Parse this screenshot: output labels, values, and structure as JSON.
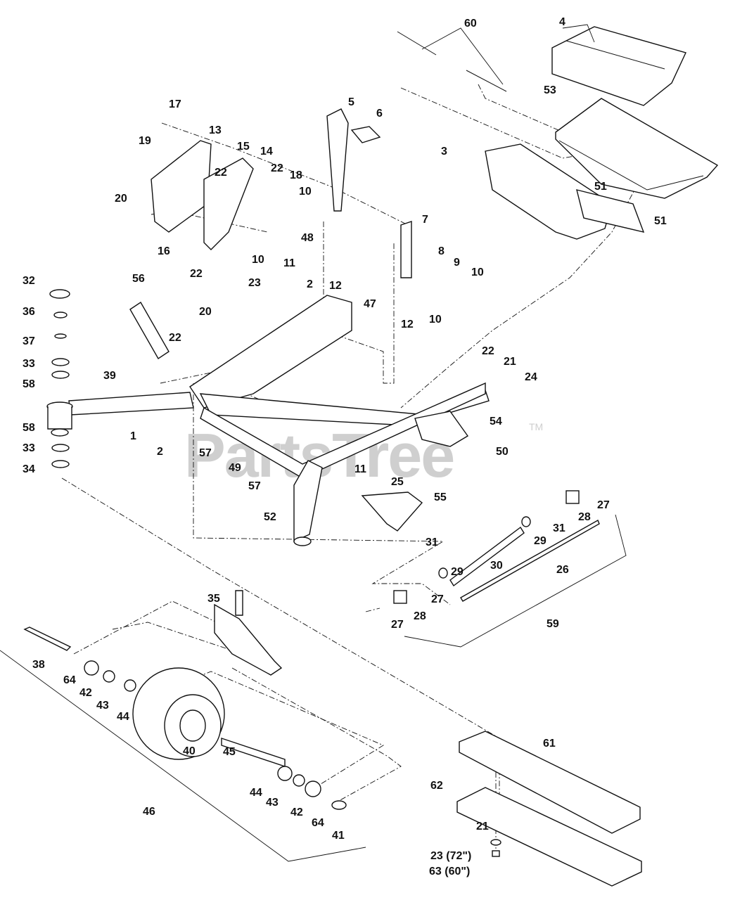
{
  "watermark": {
    "brand": "PartsTree",
    "mark": "TM"
  },
  "callouts": [
    {
      "id": "c60",
      "text": "60"
    },
    {
      "id": "c4",
      "text": "4"
    },
    {
      "id": "c53",
      "text": "53"
    },
    {
      "id": "c17",
      "text": "17"
    },
    {
      "id": "c13",
      "text": "13"
    },
    {
      "id": "c5",
      "text": "5"
    },
    {
      "id": "c6",
      "text": "6"
    },
    {
      "id": "c19",
      "text": "19"
    },
    {
      "id": "c15",
      "text": "15"
    },
    {
      "id": "c14",
      "text": "14"
    },
    {
      "id": "c3",
      "text": "3"
    },
    {
      "id": "c22a",
      "text": "22"
    },
    {
      "id": "c22b",
      "text": "22"
    },
    {
      "id": "c18",
      "text": "18"
    },
    {
      "id": "c20a",
      "text": "20"
    },
    {
      "id": "c10a",
      "text": "10"
    },
    {
      "id": "c51a",
      "text": "51"
    },
    {
      "id": "c51b",
      "text": "51"
    },
    {
      "id": "c7",
      "text": "7"
    },
    {
      "id": "c16",
      "text": "16"
    },
    {
      "id": "c10b",
      "text": "10"
    },
    {
      "id": "c48",
      "text": "48"
    },
    {
      "id": "c8",
      "text": "8"
    },
    {
      "id": "c9",
      "text": "9"
    },
    {
      "id": "c10c",
      "text": "10"
    },
    {
      "id": "c22c",
      "text": "22"
    },
    {
      "id": "c11a",
      "text": "11"
    },
    {
      "id": "c32",
      "text": "32"
    },
    {
      "id": "c56",
      "text": "56"
    },
    {
      "id": "c23a",
      "text": "23"
    },
    {
      "id": "c2a",
      "text": "2"
    },
    {
      "id": "c12a",
      "text": "12"
    },
    {
      "id": "c47",
      "text": "47"
    },
    {
      "id": "c36",
      "text": "36"
    },
    {
      "id": "c12b",
      "text": "12"
    },
    {
      "id": "c10d",
      "text": "10"
    },
    {
      "id": "c20b",
      "text": "20"
    },
    {
      "id": "c37",
      "text": "37"
    },
    {
      "id": "c22d",
      "text": "22"
    },
    {
      "id": "c22e",
      "text": "22"
    },
    {
      "id": "c33a",
      "text": "33"
    },
    {
      "id": "c21a",
      "text": "21"
    },
    {
      "id": "c24",
      "text": "24"
    },
    {
      "id": "c39",
      "text": "39"
    },
    {
      "id": "c58a",
      "text": "58"
    },
    {
      "id": "c1",
      "text": "1"
    },
    {
      "id": "c54",
      "text": "54"
    },
    {
      "id": "c58b",
      "text": "58"
    },
    {
      "id": "c50",
      "text": "50"
    },
    {
      "id": "c57a",
      "text": "57"
    },
    {
      "id": "c2b",
      "text": "2"
    },
    {
      "id": "c33b",
      "text": "33"
    },
    {
      "id": "c49",
      "text": "49"
    },
    {
      "id": "c34",
      "text": "34"
    },
    {
      "id": "c57b",
      "text": "57"
    },
    {
      "id": "c11b",
      "text": "11"
    },
    {
      "id": "c25",
      "text": "25"
    },
    {
      "id": "c55",
      "text": "55"
    },
    {
      "id": "c27a",
      "text": "27"
    },
    {
      "id": "c52",
      "text": "52"
    },
    {
      "id": "c28a",
      "text": "28"
    },
    {
      "id": "c31a",
      "text": "31"
    },
    {
      "id": "c29a",
      "text": "29"
    },
    {
      "id": "c30",
      "text": "30"
    },
    {
      "id": "c26",
      "text": "26"
    },
    {
      "id": "c31b",
      "text": "31"
    },
    {
      "id": "c29b",
      "text": "29"
    },
    {
      "id": "c27b",
      "text": "27"
    },
    {
      "id": "c28b",
      "text": "28"
    },
    {
      "id": "c27c",
      "text": "27"
    },
    {
      "id": "c35",
      "text": "35"
    },
    {
      "id": "c59",
      "text": "59"
    },
    {
      "id": "c38",
      "text": "38"
    },
    {
      "id": "c64a",
      "text": "64"
    },
    {
      "id": "c42a",
      "text": "42"
    },
    {
      "id": "c43a",
      "text": "43"
    },
    {
      "id": "c44a",
      "text": "44"
    },
    {
      "id": "c61",
      "text": "61"
    },
    {
      "id": "c45",
      "text": "45"
    },
    {
      "id": "c62",
      "text": "62"
    },
    {
      "id": "c40",
      "text": "40"
    },
    {
      "id": "c44b",
      "text": "44"
    },
    {
      "id": "c43b",
      "text": "43"
    },
    {
      "id": "c42b",
      "text": "42"
    },
    {
      "id": "c64b",
      "text": "64"
    },
    {
      "id": "c46",
      "text": "46"
    },
    {
      "id": "c41",
      "text": "41"
    },
    {
      "id": "c21b",
      "text": "21"
    },
    {
      "id": "c23b",
      "text": "23 (72\")"
    },
    {
      "id": "c63",
      "text": "63 (60\")"
    }
  ]
}
